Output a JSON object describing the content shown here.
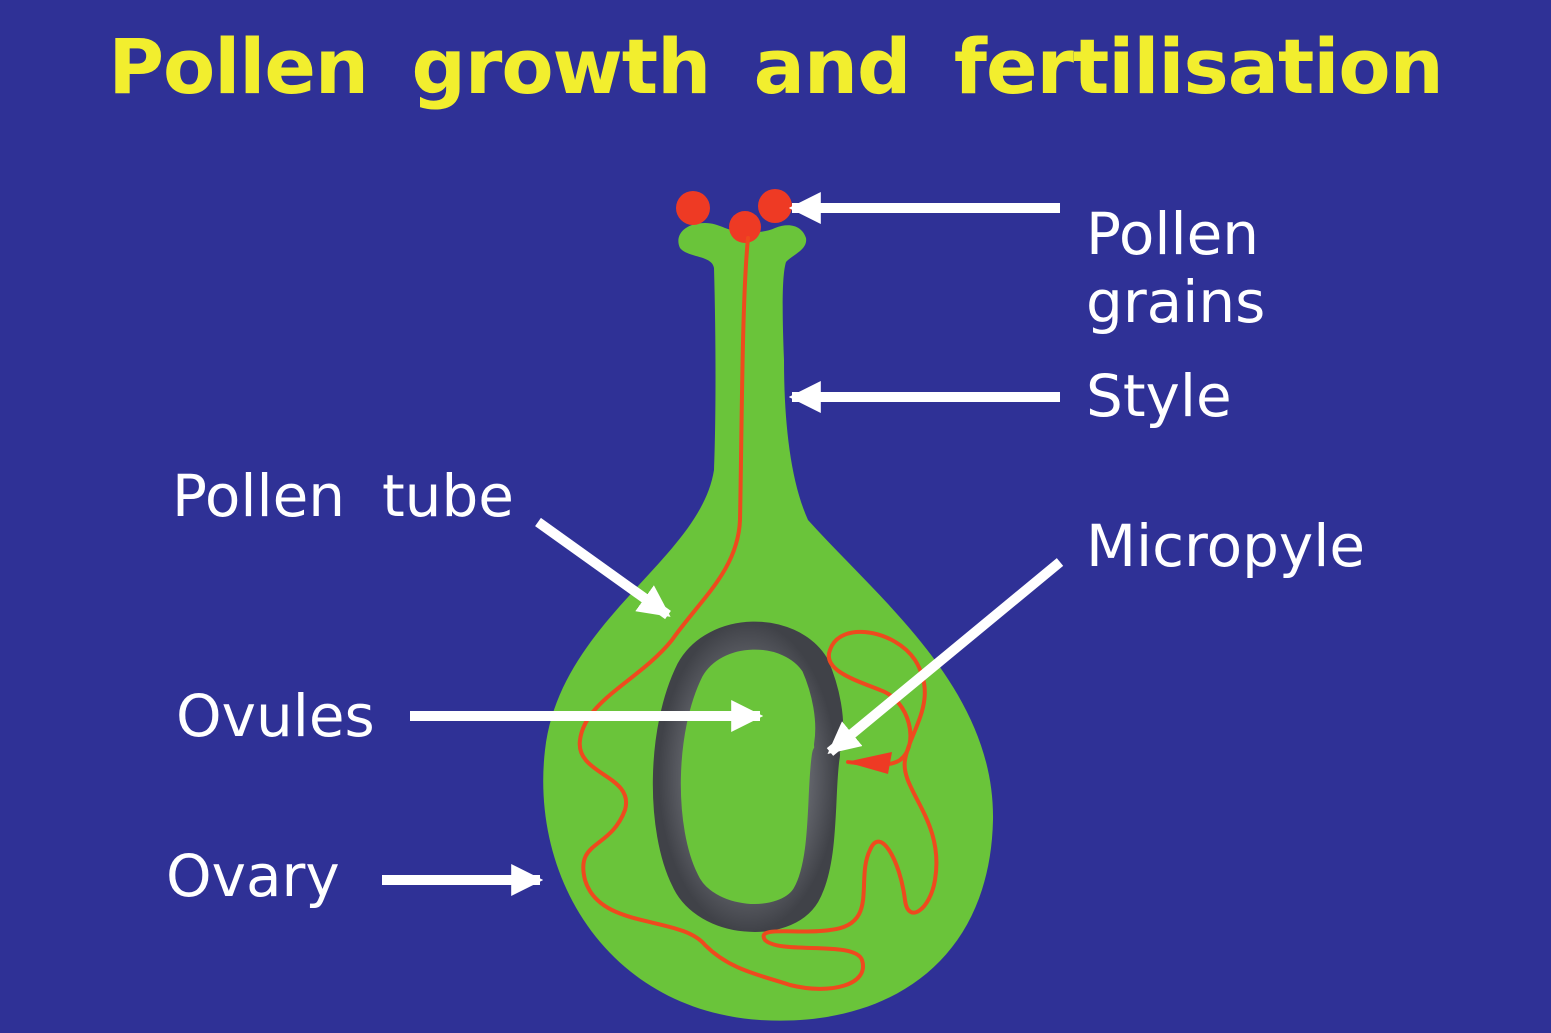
{
  "title": "Pollen growth and fertilisation",
  "labels": {
    "pollen_grains_line1": "Pollen",
    "pollen_grains_line2": "grains",
    "style": "Style",
    "pollen_tube": "Pollen  tube",
    "micropyle": "Micropyle",
    "ovules": "Ovules",
    "ovary": "Ovary"
  },
  "colors": {
    "background": "#2f3196",
    "title": "#f2ee2e",
    "pistil": "#6ac43a",
    "pollen_grain": "#ee3a24",
    "pollen_tube": "#ee4a1e",
    "ovule": "#55575f",
    "arrow": "#ffffff"
  }
}
